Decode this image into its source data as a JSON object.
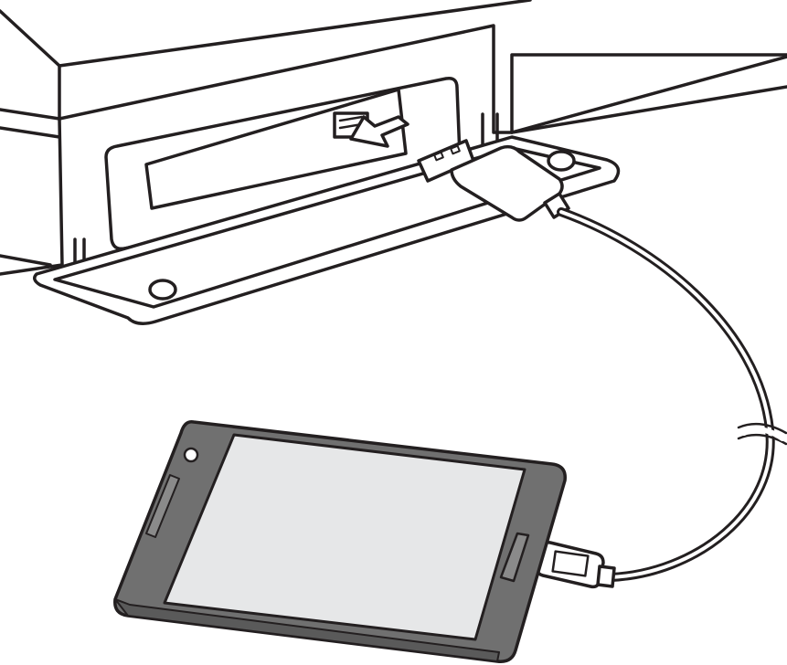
{
  "diagram": {
    "components": [
      {
        "id": "device",
        "kind": "device-unit"
      },
      {
        "id": "usb-port",
        "kind": "usb-a-port"
      },
      {
        "id": "cable",
        "kind": "usb-cable"
      },
      {
        "id": "phone",
        "kind": "smartphone"
      }
    ],
    "connections": [
      {
        "from": "phone",
        "to": "cable",
        "via": "micro-usb-plug"
      },
      {
        "from": "cable",
        "to": "usb-port",
        "via": "usb-a-plug"
      }
    ],
    "icons": {
      "insert_arrow": "arrow-left-icon"
    },
    "colors": {
      "line": "#231f20",
      "phone_body": "#707070",
      "phone_screen": "#e6e7e8",
      "background": "#ffffff"
    }
  }
}
